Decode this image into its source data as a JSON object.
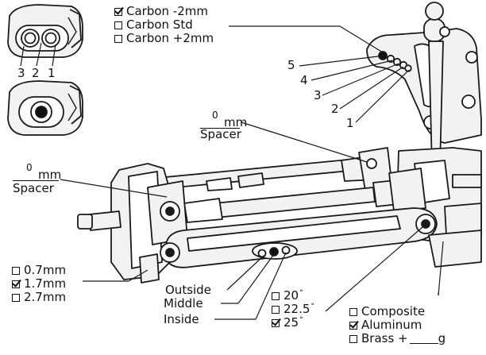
{
  "wing_option": {
    "choices": [
      {
        "label": "Carbon -2mm",
        "checked": true
      },
      {
        "label": "Carbon Std",
        "checked": false
      },
      {
        "label": "Carbon +2mm",
        "checked": false
      }
    ]
  },
  "hole_positions": [
    "5",
    "4",
    "3",
    "2",
    "1"
  ],
  "insert_numbers": [
    "3",
    "2",
    "1"
  ],
  "upper_spacer": {
    "value": "0",
    "unit": "mm",
    "label": "Spacer"
  },
  "lower_spacer": {
    "value": "0",
    "unit": "mm",
    "label": "Spacer"
  },
  "shim_option": {
    "choices": [
      {
        "label": "0.7mm",
        "checked": false
      },
      {
        "label": "1.7mm",
        "checked": true
      },
      {
        "label": "2.7mm",
        "checked": false
      }
    ]
  },
  "arm_hole_labels": [
    "Outside",
    "Middle",
    "Inside"
  ],
  "angle_option": {
    "choices": [
      {
        "label": "20",
        "checked": false
      },
      {
        "label": "22.5",
        "checked": false
      },
      {
        "label": "25",
        "checked": true
      }
    ],
    "unit_symbol": "°"
  },
  "material_option": {
    "choices": [
      {
        "label": "Composite",
        "checked": false
      },
      {
        "label": "Aluminum",
        "checked": true
      },
      {
        "label": "Brass +",
        "checked": false
      }
    ],
    "brass_unit": "g"
  }
}
